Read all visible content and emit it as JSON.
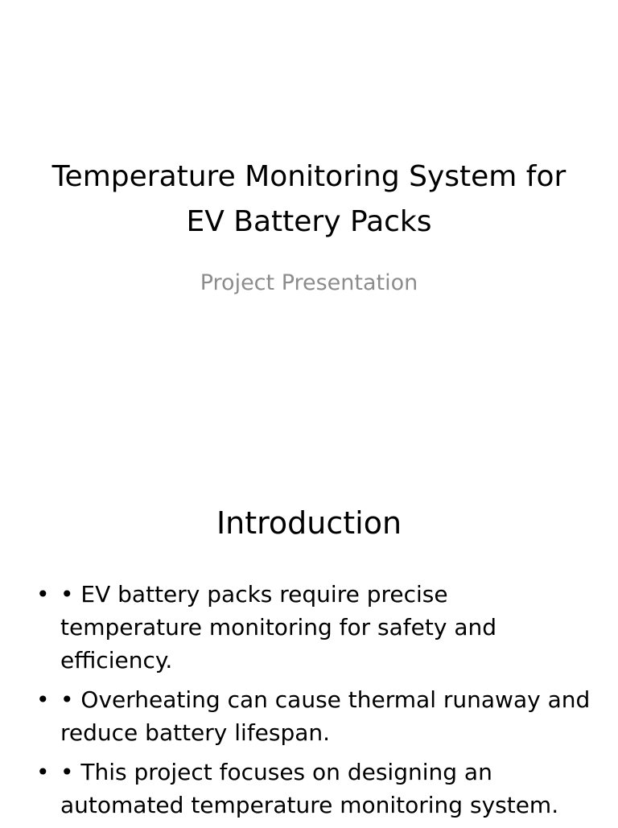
{
  "slide1": {
    "title": "Temperature Monitoring System for EV Battery Packs",
    "subtitle": "Project Presentation"
  },
  "slide2": {
    "heading": "Introduction",
    "bullet_marker": "•",
    "bullets": [
      "• EV battery packs require precise temperature monitoring for safety and efficiency.",
      "• Overheating can cause thermal runaway and reduce battery lifespan.",
      "• This project focuses on designing an automated temperature monitoring system."
    ]
  }
}
